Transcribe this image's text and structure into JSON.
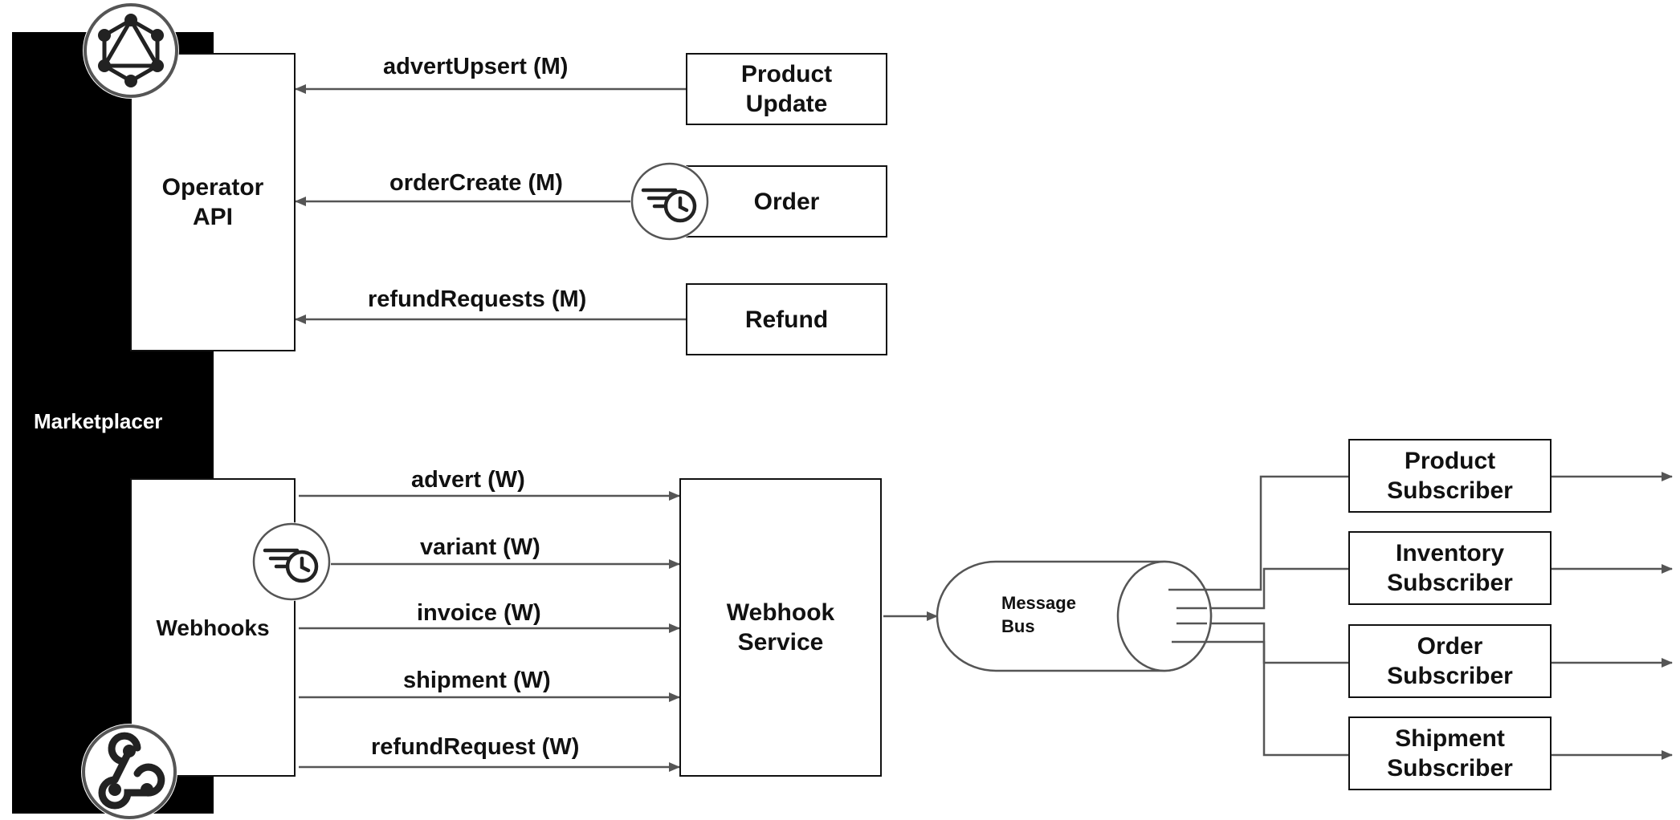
{
  "diagram": {
    "platform_label": "Marketplacer",
    "operator_api_label": "Operator API",
    "webhooks_label": "Webhooks",
    "sources": {
      "product_update": "Product Update",
      "order": "Order",
      "refund": "Refund"
    },
    "mutations": {
      "advert_upsert": "advertUpsert (M)",
      "order_create": "orderCreate (M)",
      "refund_requests": "refundRequests (M)"
    },
    "webhook_events": {
      "advert": "advert (W)",
      "variant": "variant (W)",
      "invoice": "invoice (W)",
      "shipment": "shipment (W)",
      "refund_request": "refundRequest (W)"
    },
    "webhook_service_label": "Webhook Service",
    "message_bus_label": "Message Bus",
    "subscribers": {
      "product": "Product Subscriber",
      "inventory": "Inventory Subscriber",
      "order": "Order Subscriber",
      "shipment": "Shipment Subscriber"
    },
    "icons": {
      "graphql": "graphql-icon",
      "webhook": "webhook-icon",
      "fast_delivery": "fast-delivery-clock-icon"
    },
    "colors": {
      "black_bar": "#000000",
      "line": "#555555",
      "box_border": "#111111"
    }
  }
}
